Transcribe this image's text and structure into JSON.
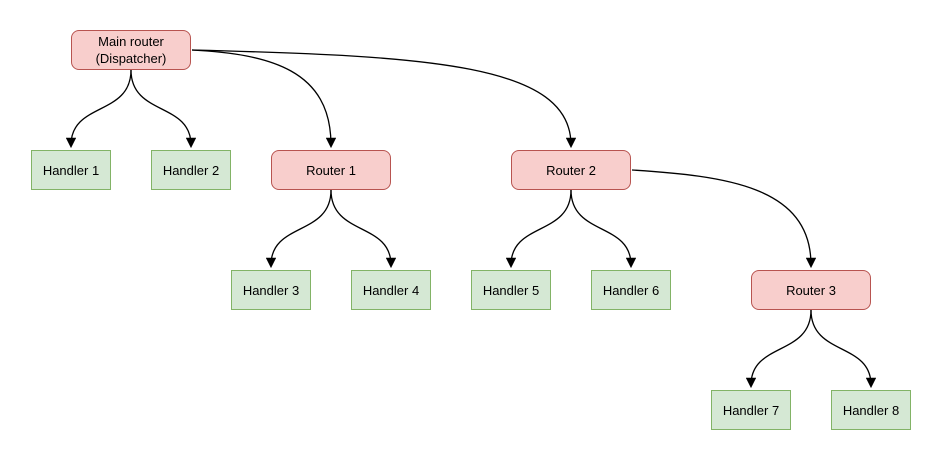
{
  "diagram": {
    "type": "tree-flowchart",
    "background": "#ffffff",
    "colors": {
      "router_fill": "#f8cecc",
      "router_border": "#b85450",
      "handler_fill": "#d5e8d4",
      "handler_border": "#82b366",
      "edge_color": "#000000"
    },
    "nodes": [
      {
        "id": "main-router",
        "type": "router",
        "label_line1": "Main router",
        "label_line2": "(Dispatcher)"
      },
      {
        "id": "handler-1",
        "type": "handler",
        "label": "Handler 1"
      },
      {
        "id": "handler-2",
        "type": "handler",
        "label": "Handler 2"
      },
      {
        "id": "router-1",
        "type": "router",
        "label": "Router 1"
      },
      {
        "id": "router-2",
        "type": "router",
        "label": "Router 2"
      },
      {
        "id": "handler-3",
        "type": "handler",
        "label": "Handler 3"
      },
      {
        "id": "handler-4",
        "type": "handler",
        "label": "Handler 4"
      },
      {
        "id": "handler-5",
        "type": "handler",
        "label": "Handler 5"
      },
      {
        "id": "handler-6",
        "type": "handler",
        "label": "Handler 6"
      },
      {
        "id": "router-3",
        "type": "router",
        "label": "Router 3"
      },
      {
        "id": "handler-7",
        "type": "handler",
        "label": "Handler 7"
      },
      {
        "id": "handler-8",
        "type": "handler",
        "label": "Handler 8"
      }
    ],
    "edges": [
      {
        "from": "main-router",
        "to": "handler-1"
      },
      {
        "from": "main-router",
        "to": "handler-2"
      },
      {
        "from": "main-router",
        "to": "router-1"
      },
      {
        "from": "main-router",
        "to": "router-2"
      },
      {
        "from": "router-1",
        "to": "handler-3"
      },
      {
        "from": "router-1",
        "to": "handler-4"
      },
      {
        "from": "router-2",
        "to": "handler-5"
      },
      {
        "from": "router-2",
        "to": "handler-6"
      },
      {
        "from": "router-2",
        "to": "router-3"
      },
      {
        "from": "router-3",
        "to": "handler-7"
      },
      {
        "from": "router-3",
        "to": "handler-8"
      }
    ]
  }
}
